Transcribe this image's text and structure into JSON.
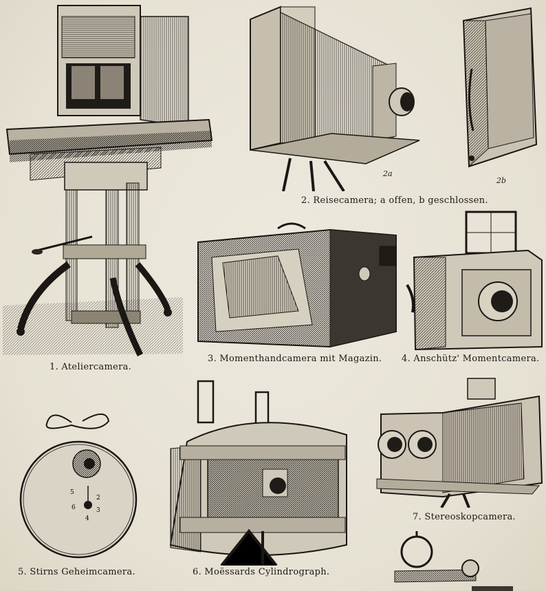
{
  "plate": {
    "figures": [
      {
        "id": "1",
        "caption": "1. Ateliercamera."
      },
      {
        "id": "2",
        "caption": "2. Reisecamera; a offen, b geschlossen.",
        "sublabels": [
          "2a",
          "2b"
        ]
      },
      {
        "id": "3",
        "caption": "3. Momenthandcamera mit Magazin."
      },
      {
        "id": "4",
        "caption": "4. Anschütz' Momentcamera."
      },
      {
        "id": "5",
        "caption": "5. Stirns Geheimcamera."
      },
      {
        "id": "6",
        "caption": "6. Moëssards Cylindrograph."
      },
      {
        "id": "7",
        "caption": "7. Stereoskopcamera."
      }
    ]
  }
}
